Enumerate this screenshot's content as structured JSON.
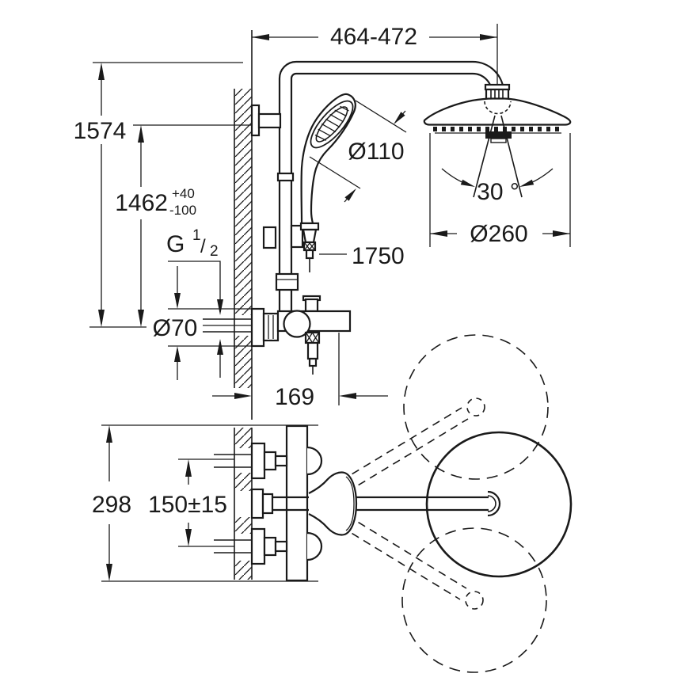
{
  "drawing": {
    "background": "#ffffff",
    "line_color": "#1a1a1a",
    "type": "shower-system-installation-drawing"
  },
  "dimensions": {
    "top_span": "464-472",
    "height_to_pipe_top": "1574",
    "height_to_bracket": "1462",
    "height_tolerance_plus": "+40",
    "height_tolerance_minus": "-100",
    "thread_letter": "G",
    "thread_numerator": "1",
    "thread_slash": "/",
    "thread_denominator": "2",
    "hand_shower_diameter": "Ø110",
    "hose_length": "1750",
    "swivel_angle": "30 °",
    "head_shower_diameter": "Ø260",
    "rosette_diameter": "Ø70",
    "wall_projection": "169",
    "plan_body_height": "298",
    "connection_spacing": "150±15"
  }
}
